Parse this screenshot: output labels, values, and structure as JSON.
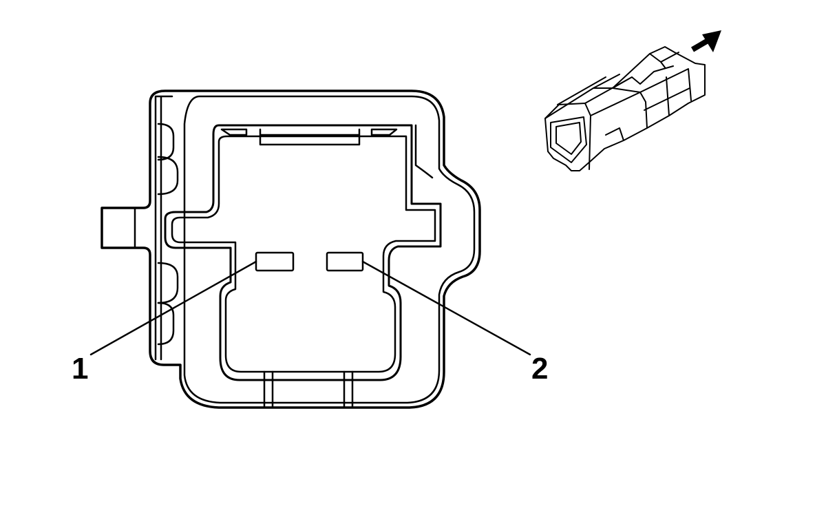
{
  "callouts": [
    {
      "number": "1",
      "target": "terminal-1"
    },
    {
      "number": "2",
      "target": "terminal-2"
    }
  ],
  "colors": {
    "line": "#000000",
    "background": "#ffffff"
  },
  "icons": {
    "direction_arrow": "arrow-up-right-icon",
    "inset_connector": "connector-plug-icon"
  }
}
